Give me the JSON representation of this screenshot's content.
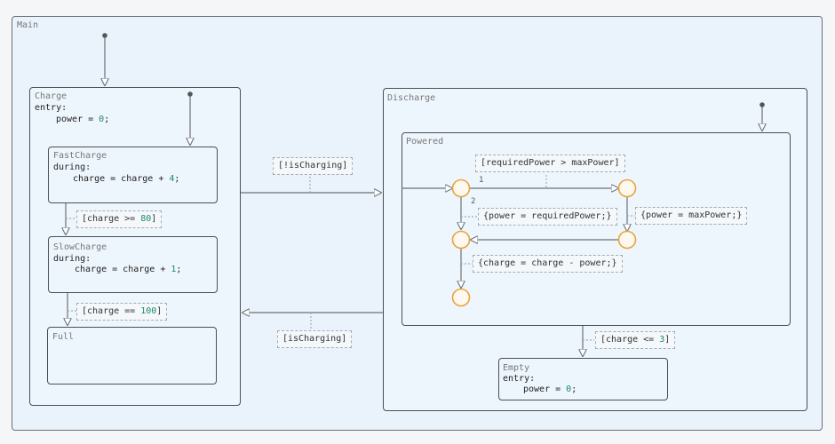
{
  "states": {
    "main": {
      "name": "Main"
    },
    "charge": {
      "name": "Charge",
      "entry_label": "entry:",
      "entry_code": "power = ",
      "entry_value": "0",
      "entry_end": ";"
    },
    "fastcharge": {
      "name": "FastCharge",
      "during_label": "during:",
      "code": "charge = charge + ",
      "value": "4",
      "end": ";"
    },
    "slowcharge": {
      "name": "SlowCharge",
      "during_label": "during:",
      "code": "charge = charge + ",
      "value": "1",
      "end": ";"
    },
    "full": {
      "name": "Full"
    },
    "discharge": {
      "name": "Discharge"
    },
    "powered": {
      "name": "Powered"
    },
    "empty": {
      "name": "Empty",
      "entry_label": "entry:",
      "entry_code": "power = ",
      "entry_value": "0",
      "entry_end": ";"
    }
  },
  "transitions": {
    "charge_ge_80": {
      "prefix": "[charge >= ",
      "value": "80",
      "suffix": "]"
    },
    "charge_eq_100": {
      "prefix": "[charge == ",
      "value": "100",
      "suffix": "]"
    },
    "not_charging": {
      "label": "[!isCharging]"
    },
    "is_charging": {
      "label": "[isCharging]"
    },
    "charge_le_3": {
      "prefix": "[charge <= ",
      "value": "3",
      "suffix": "]"
    },
    "required_gt_max": {
      "label": "[requiredPower > maxPower]"
    },
    "power_required": {
      "label": "{power = requiredPower;}"
    },
    "power_max": {
      "label": "{power = maxPower;}"
    },
    "charge_minus_power": {
      "label": "{charge = charge - power;}"
    },
    "priority_1": "1",
    "priority_2": "2"
  },
  "colors": {
    "junction": "#e8a33c",
    "line": "#6b7076",
    "number": "#1a8a6a"
  }
}
